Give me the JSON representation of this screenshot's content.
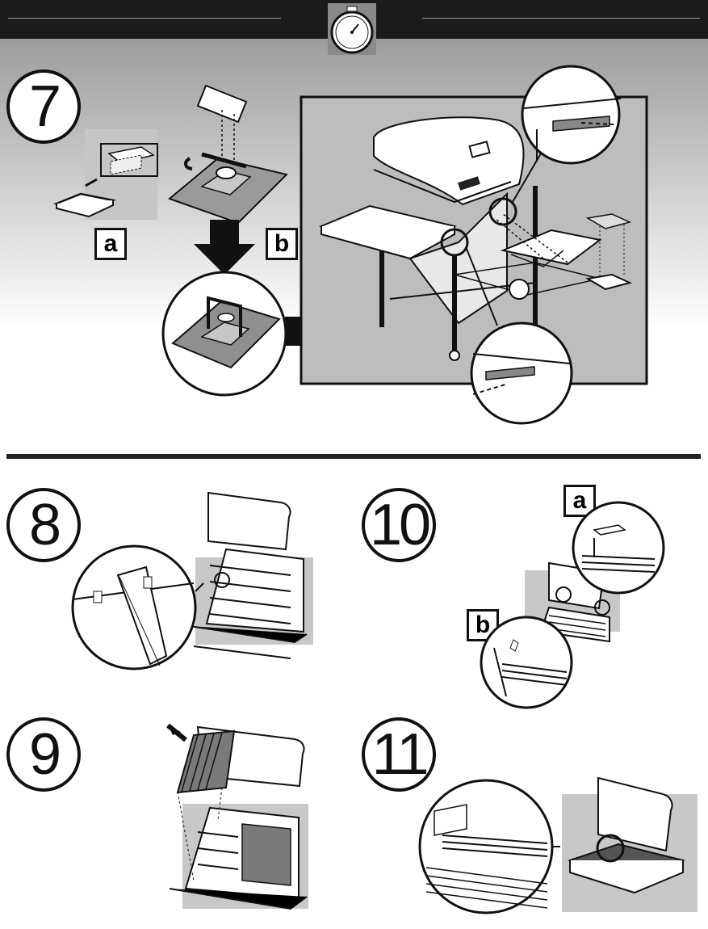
{
  "header": {
    "icon": "stopwatch-icon"
  },
  "steps": {
    "s7": {
      "number": "7",
      "labels": [
        "a",
        "b"
      ]
    },
    "s8": {
      "number": "8"
    },
    "s9": {
      "number": "9"
    },
    "s10": {
      "number": "10",
      "labels": [
        "a",
        "b"
      ]
    },
    "s11": {
      "number": "11"
    }
  },
  "colors": {
    "bar": "#1c1c1c",
    "panel": "#bdbdbd",
    "line": "#111111"
  }
}
